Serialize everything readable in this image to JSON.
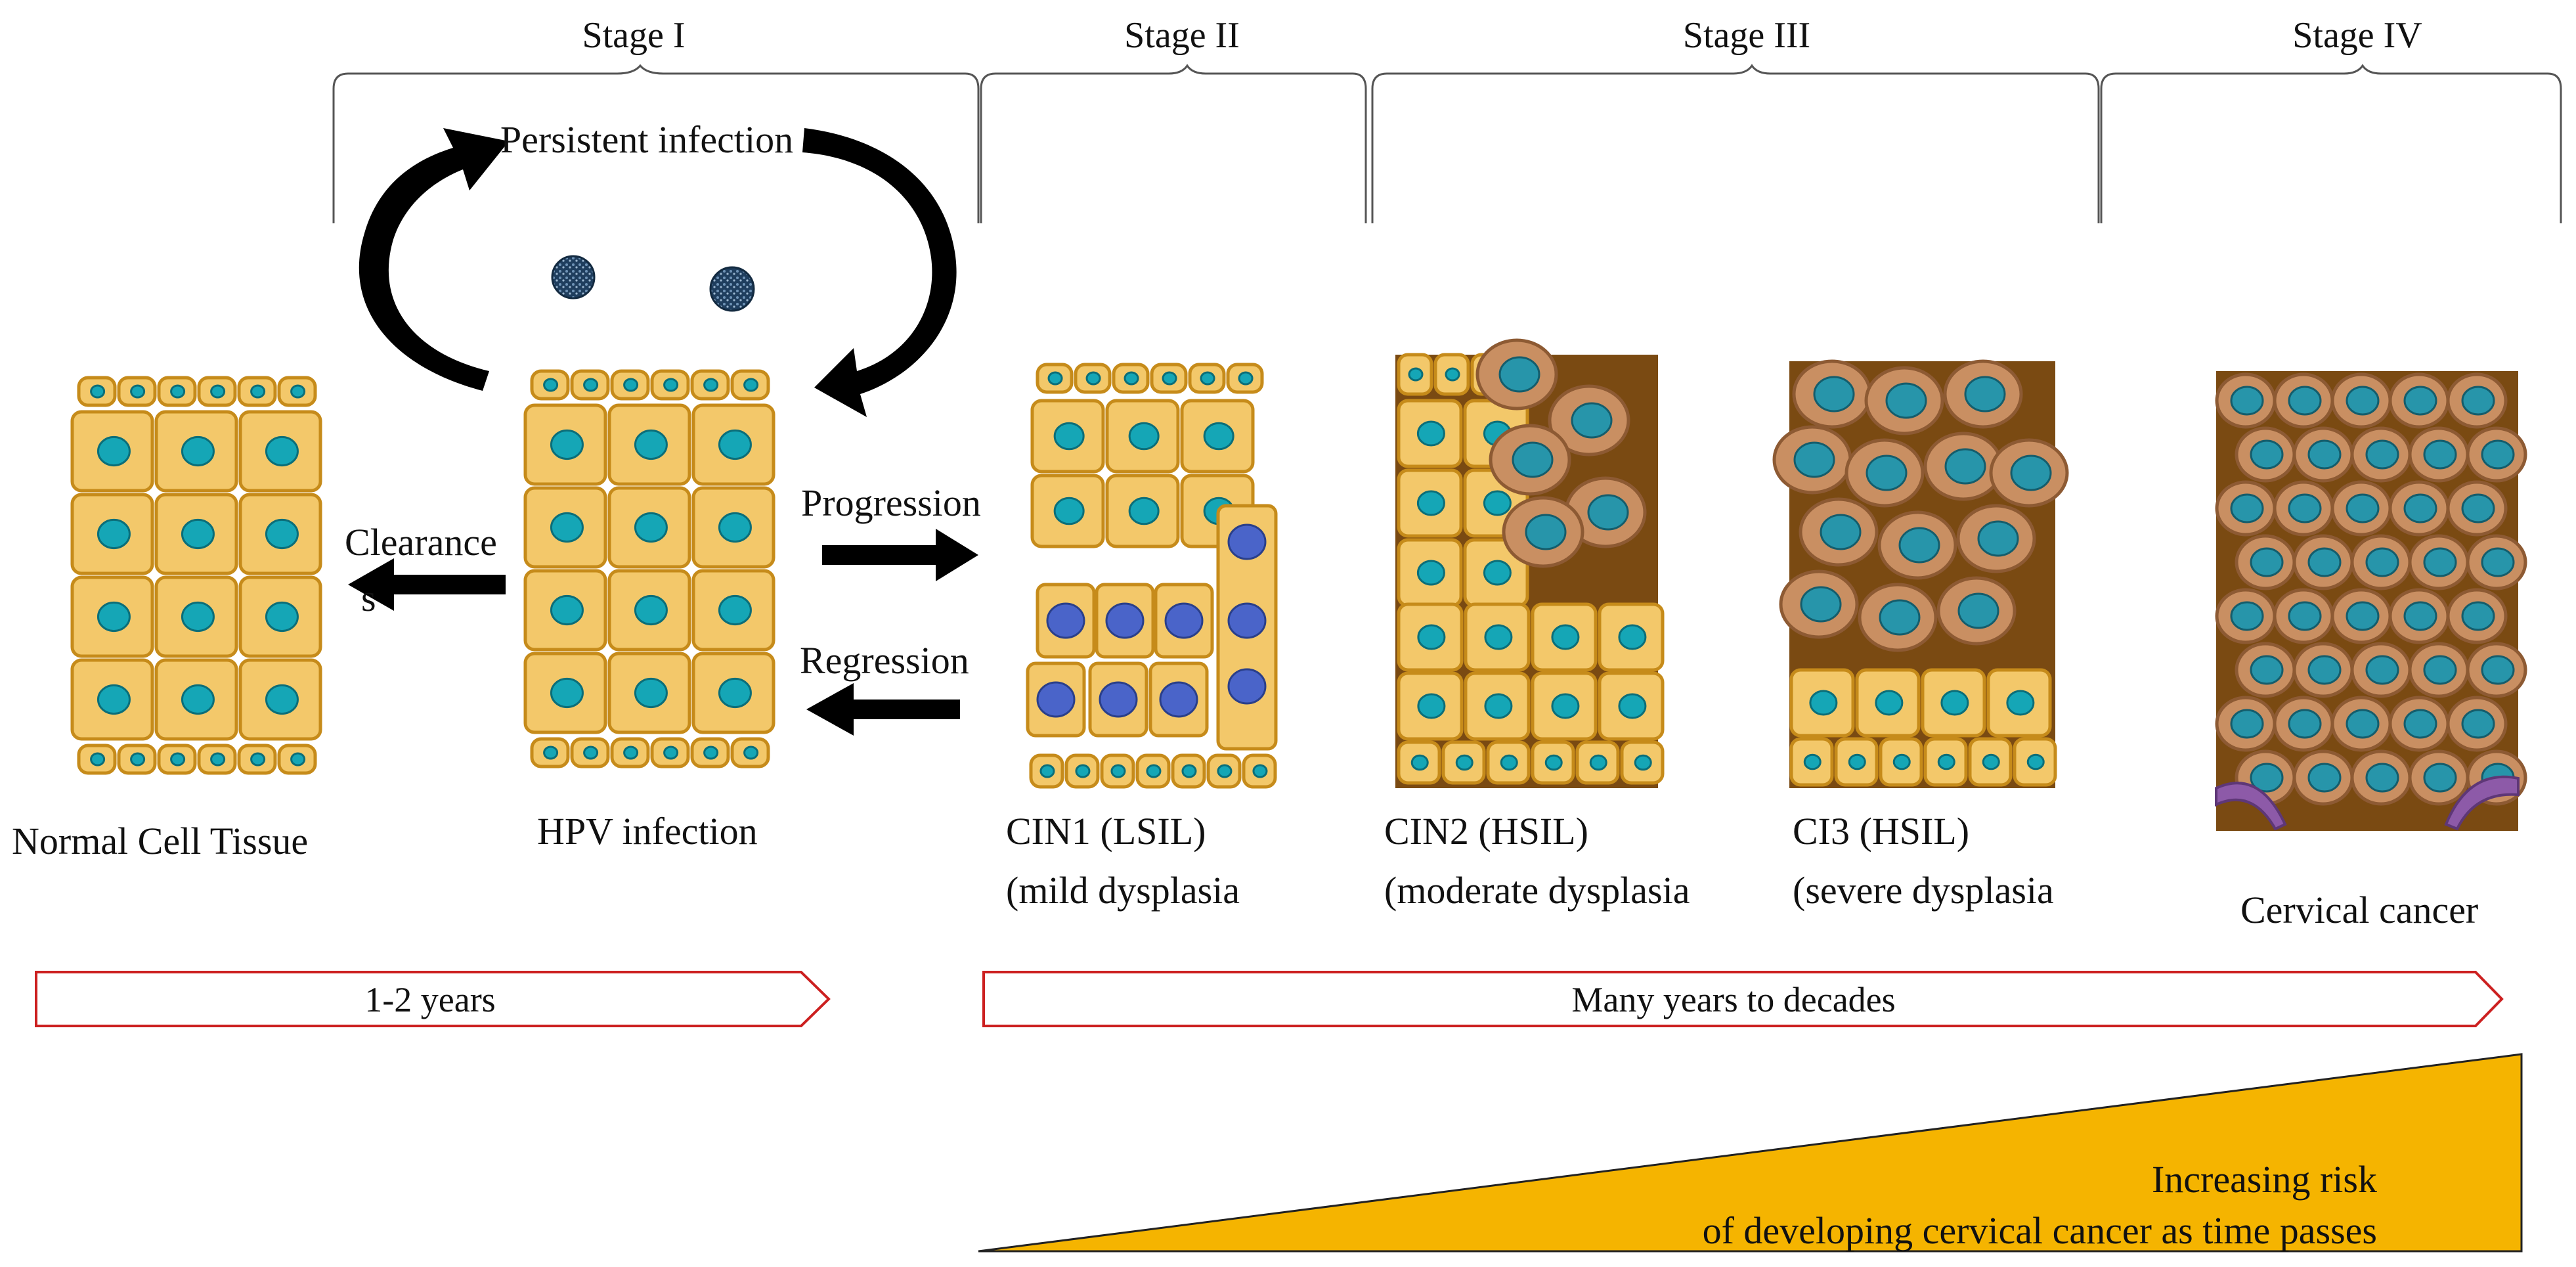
{
  "stages": [
    {
      "label": "Stage I"
    },
    {
      "label": "Stage II"
    },
    {
      "label": "Stage III"
    },
    {
      "label": "Stage IV"
    }
  ],
  "cycle": {
    "label": "Persistent infection"
  },
  "tissues": {
    "normal": {
      "label": "Normal Cell Tissue"
    },
    "hpv": {
      "label": "HPV infection"
    },
    "cin1": {
      "line1": "CIN1 (LSIL)",
      "line2": "(mild dysplasia"
    },
    "cin2": {
      "line1": "CIN2 (HSIL)",
      "line2": "(moderate dysplasia"
    },
    "cin3": {
      "line1": "CI3 (HSIL)",
      "line2": "(severe dysplasia"
    },
    "cancer": {
      "label": "Cervical cancer"
    }
  },
  "arrows": {
    "clearance_line1": "Clearance",
    "clearance_line2": "s",
    "progression": "Progression",
    "regression": "Regression"
  },
  "timeline": {
    "bar1": "1-2 years",
    "bar2": "Many years to decades"
  },
  "risk": {
    "line1": "Increasing risk",
    "line2": "of developing cervical cancer as time passes"
  },
  "colors": {
    "cell": "#f3c86a",
    "nucleus": "#15a6b6",
    "abnormal_cell": "#c98f62",
    "tissue_matrix": "#7a4a12",
    "risk_wedge": "#f5b400",
    "timeline_border": "#cc2020",
    "basement_membrane": "#8d5aa8"
  }
}
